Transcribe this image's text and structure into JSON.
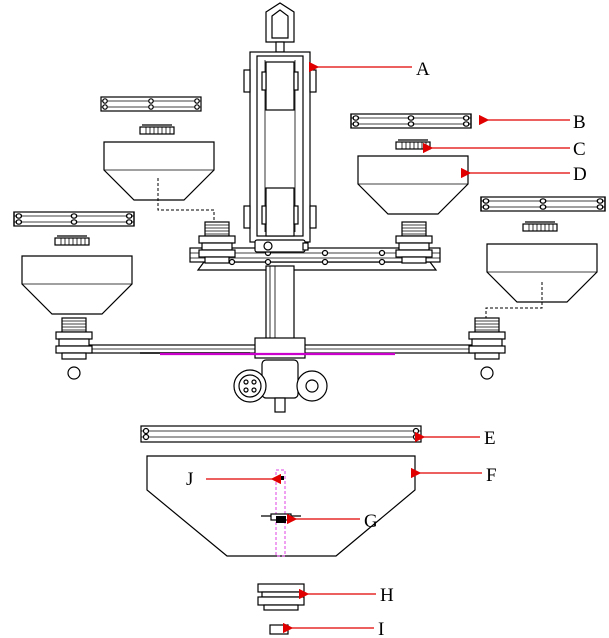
{
  "diagram": {
    "callout_color": "#e00000",
    "accent_color": "#cc00cc",
    "labels": {
      "A": "A",
      "B": "B",
      "C": "C",
      "D": "D",
      "E": "E",
      "F": "F",
      "G": "G",
      "H": "H",
      "I": "I",
      "J": "J"
    }
  }
}
